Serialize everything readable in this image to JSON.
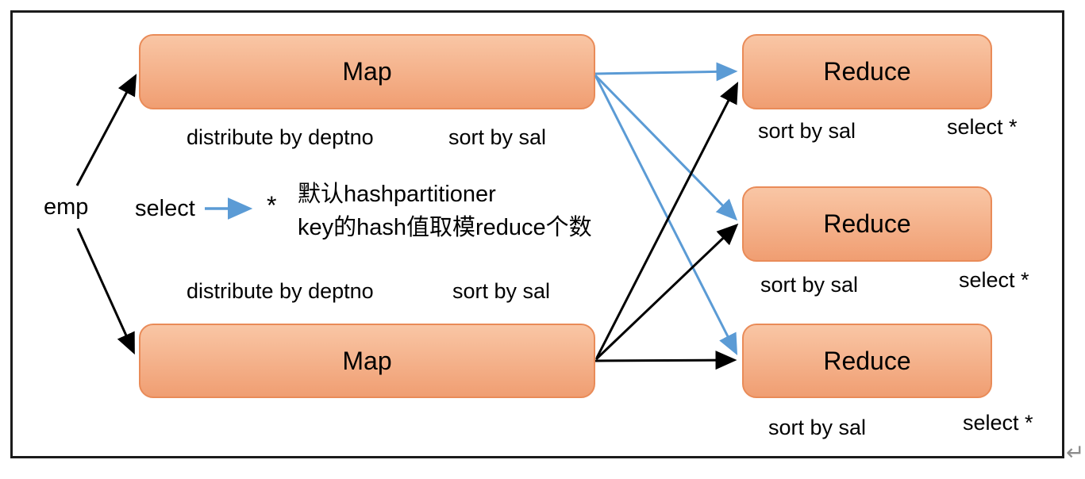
{
  "diagram": {
    "source_label": "emp",
    "select_label": "select",
    "star_label": "*",
    "annotation_line1": "默认hashpartitioner",
    "annotation_line2": "key的hash值取模reduce个数",
    "maps": [
      {
        "label": "Map",
        "distribute_caption": "distribute by deptno",
        "sort_caption": "sort by sal"
      },
      {
        "label": "Map",
        "distribute_caption": "distribute by deptno",
        "sort_caption": "sort by sal"
      }
    ],
    "reduces": [
      {
        "label": "Reduce",
        "sort_caption": "sort by sal",
        "select_caption": "select *"
      },
      {
        "label": "Reduce",
        "sort_caption": "sort by sal",
        "select_caption": "select *"
      },
      {
        "label": "Reduce",
        "sort_caption": "sort by sal",
        "select_caption": "select *"
      }
    ],
    "colors": {
      "node_fill_top": "#F9C6A5",
      "node_fill_bottom": "#F09E72",
      "node_border": "#E98B58",
      "arrow_blue": "#5B9BD5",
      "arrow_black": "#000000"
    },
    "return_symbol": "↵"
  }
}
